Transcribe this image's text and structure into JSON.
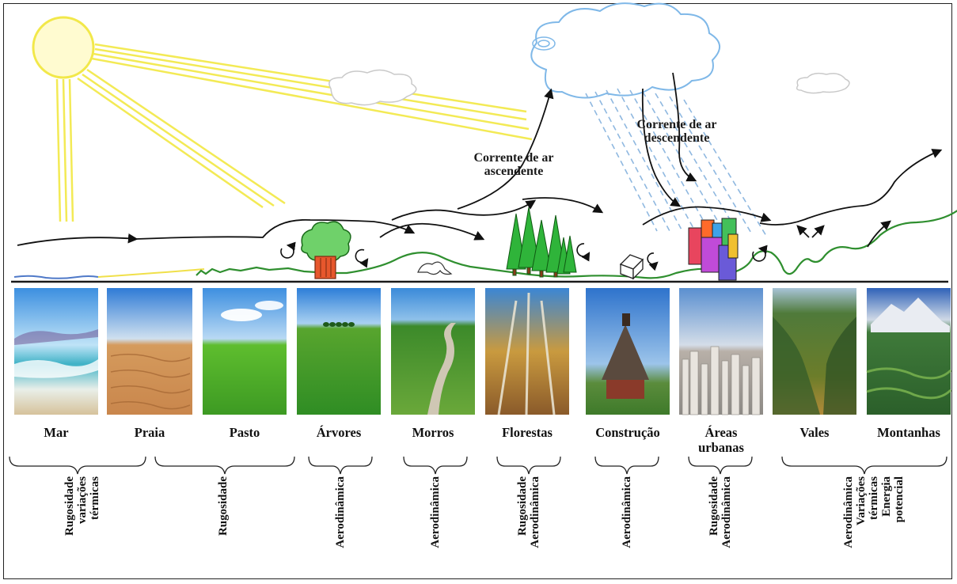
{
  "labels": {
    "up_current_1": "Corrente de ar",
    "up_current_2": "ascendente",
    "down_current_1": "Corrente de ar",
    "down_current_2": "descendente"
  },
  "terrains": [
    {
      "name": "Mar",
      "name2": ""
    },
    {
      "name": "Praia",
      "name2": ""
    },
    {
      "name": "Pasto",
      "name2": ""
    },
    {
      "name": "Árvores",
      "name2": ""
    },
    {
      "name": "Morros",
      "name2": ""
    },
    {
      "name": "Florestas",
      "name2": ""
    },
    {
      "name": "Construção",
      "name2": ""
    },
    {
      "name": "Áreas",
      "name2": "urbanas"
    },
    {
      "name": "Vales",
      "name2": ""
    },
    {
      "name": "Montanhas",
      "name2": ""
    }
  ],
  "factors": [
    {
      "lines": [
        "Rugosidade",
        "variações",
        "térmicas"
      ]
    },
    {
      "lines": [
        "Rugosidade"
      ]
    },
    {
      "lines": [
        "Aerodinâmica"
      ]
    },
    {
      "lines": [
        "Aerodinâmica"
      ]
    },
    {
      "lines": [
        "Rugosidade",
        "Aerodinâmica"
      ]
    },
    {
      "lines": [
        "Aerodinâmica"
      ]
    },
    {
      "lines": [
        "Rugosidade",
        "Aerodinâmica"
      ]
    },
    {
      "lines": [
        "Aerodinâmica",
        "Variações",
        "térmicas",
        "Energia",
        "potencial"
      ]
    }
  ],
  "colors": {
    "sun": "#f7ef5a",
    "sky_photo": "#3f86d6",
    "grass": "#3aa53a",
    "terrain_line": "#2f8f2f",
    "airflow": "#111111",
    "rain": "#8fb8e0"
  }
}
